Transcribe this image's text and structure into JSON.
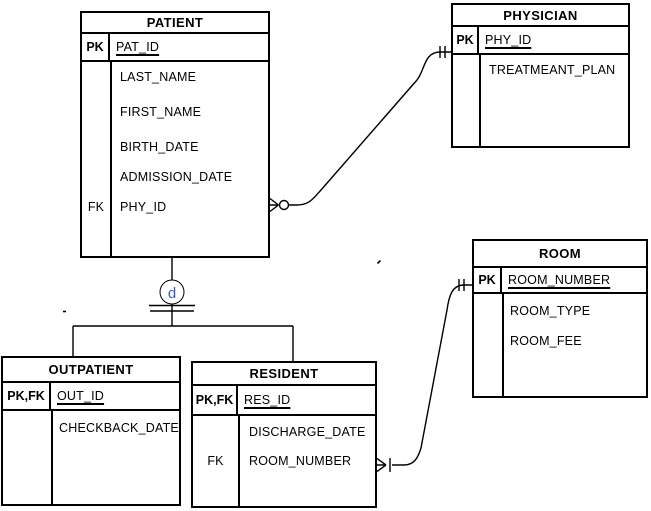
{
  "diagram_type": "entity-relationship-diagram",
  "colors": {
    "line": "#000000",
    "background": "#ffffff",
    "subtype_letter": "#3a55c8"
  },
  "subtype_symbol": {
    "label": "d",
    "meaning": "disjoint-specialization",
    "color": "#3a55c8"
  },
  "tables": [
    {
      "title": "PATIENT",
      "key_label": "PK",
      "key_field": "PAT_ID",
      "rows": [
        {
          "label": "",
          "name": "LAST_NAME"
        },
        {
          "label": "",
          "name": "FIRST_NAME"
        },
        {
          "label": "",
          "name": "BIRTH_DATE"
        },
        {
          "label": "",
          "name": "ADMISSION_DATE"
        },
        {
          "label": "FK",
          "name": "PHY_ID"
        }
      ]
    },
    {
      "title": "PHYSICIAN",
      "key_label": "PK",
      "key_field": "PHY_ID",
      "rows": [
        {
          "label": "",
          "name": "TREATMEANT_PLAN"
        }
      ]
    },
    {
      "title": "ROOM",
      "key_label": "PK",
      "key_field": "ROOM_NUMBER",
      "rows": [
        {
          "label": "",
          "name": "ROOM_TYPE"
        },
        {
          "label": "",
          "name": "ROOM_FEE"
        }
      ]
    },
    {
      "title": "OUTPATIENT",
      "key_label": "PK,FK",
      "key_field": "OUT_ID",
      "rows": [
        {
          "label": "",
          "name": "CHECKBACK_DATE"
        }
      ]
    },
    {
      "title": "RESIDENT",
      "key_label": "PK,FK",
      "key_field": "RES_ID",
      "rows": [
        {
          "label": "",
          "name": "DISCHARGE_DATE"
        },
        {
          "label": "FK",
          "name": "ROOM_NUMBER"
        }
      ]
    }
  ],
  "relationships": [
    {
      "from": "PATIENT.PHY_ID",
      "to": "PHYSICIAN.PHY_ID",
      "from_cardinality": "zero-or-many",
      "to_cardinality": "one-and-only-one"
    },
    {
      "from": "RESIDENT.ROOM_NUMBER",
      "to": "ROOM.ROOM_NUMBER",
      "from_cardinality": "one-or-many",
      "to_cardinality": "one-and-only-one"
    },
    {
      "type": "disjoint-specialization",
      "parent": "PATIENT",
      "children": [
        "OUTPATIENT",
        "RESIDENT"
      ],
      "symbol": "d"
    }
  ]
}
